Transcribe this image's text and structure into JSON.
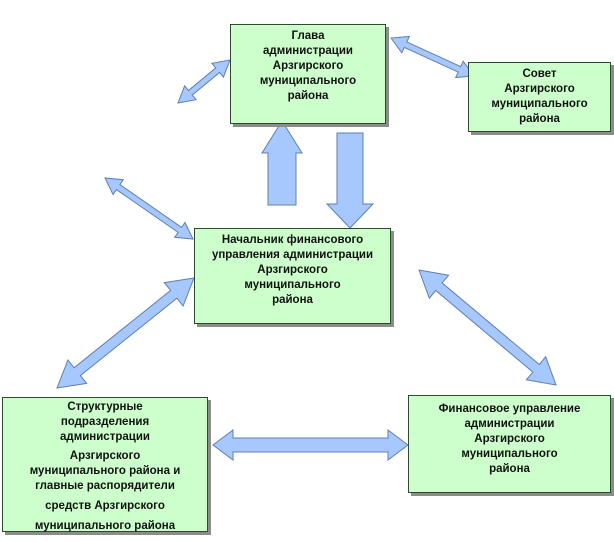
{
  "diagram": {
    "colors": {
      "box_fill": "#ccffcc",
      "box_border": "#2e4a2e",
      "arrow_fill": "#a6c8ff",
      "arrow_stroke": "#5f7fb0"
    },
    "nodes": {
      "head": {
        "lines": [
          "Глава",
          "администрации",
          "Арзгирского",
          "муниципального",
          "района"
        ]
      },
      "council": {
        "lines": [
          "Совет",
          "Арзгирского",
          "муниципального",
          "района"
        ]
      },
      "chief": {
        "lines": [
          "Начальник финансового",
          "управления администрации",
          "Арзгирского",
          "муниципального",
          "района"
        ]
      },
      "units": {
        "lines": [
          "Структурные",
          "подразделения",
          "администрации",
          "Арзгирского",
          "муниципального района и",
          "главные распорядители",
          "средств Арзгирского",
          "муниципального района"
        ]
      },
      "fin": {
        "lines": [
          "Финансовое управление",
          "администрации",
          "Арзгирского",
          "муниципального",
          "района"
        ]
      }
    },
    "connections": [
      {
        "from": "head",
        "to": "council",
        "kind": "double-arrow"
      },
      {
        "from": "head",
        "to": "left-external",
        "kind": "double-arrow"
      },
      {
        "from": "chief",
        "to": "head",
        "kind": "block-arrow-up"
      },
      {
        "from": "head",
        "to": "chief",
        "kind": "block-arrow-down"
      },
      {
        "from": "chief",
        "to": "upper-left-external",
        "kind": "double-arrow"
      },
      {
        "from": "chief",
        "to": "units",
        "kind": "double-arrow"
      },
      {
        "from": "chief",
        "to": "fin",
        "kind": "double-arrow"
      },
      {
        "from": "units",
        "to": "fin",
        "kind": "double-arrow"
      }
    ]
  }
}
